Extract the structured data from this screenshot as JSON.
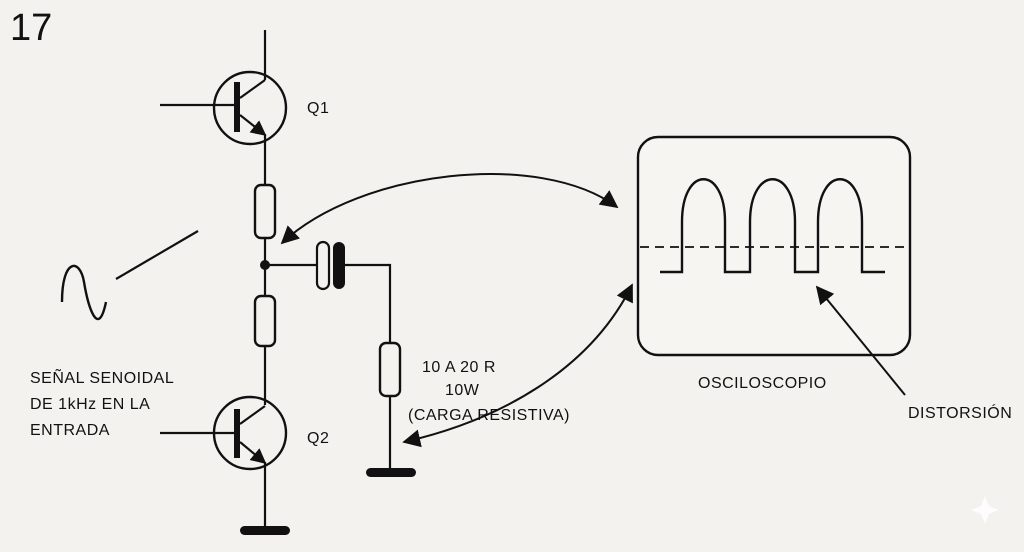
{
  "figure_number": "17",
  "transistors": {
    "top": "Q1",
    "bottom": "Q2"
  },
  "input_label": [
    "SEÑAL SENOIDAL",
    "DE 1kHz EN LA",
    "ENTRADA"
  ],
  "load_label": [
    "10 A 20 R",
    "10W",
    "(CARGA RESISTIVA)"
  ],
  "oscilloscope_label": "OSCILOSCOPIO",
  "distortion_label": "DISTORSIÓN",
  "colors": {
    "ink": "#111111",
    "background": "#f3f2ef",
    "screen_fill": "#f6f5f2"
  }
}
